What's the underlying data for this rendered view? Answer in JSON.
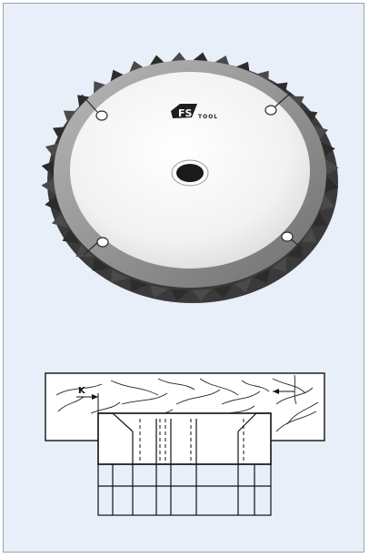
{
  "product": {
    "logo_text": "FS TOOL",
    "logo_mark": "FS",
    "logo_word": "TOOL"
  },
  "diagram": {
    "dimension_label": "K"
  },
  "colors": {
    "panel_background": "#e9eff9",
    "blade_body": "#f4f4f4",
    "blade_rim": "#8a8a8a",
    "tooth_dark": "#2c2c2c",
    "line": "#111111"
  }
}
